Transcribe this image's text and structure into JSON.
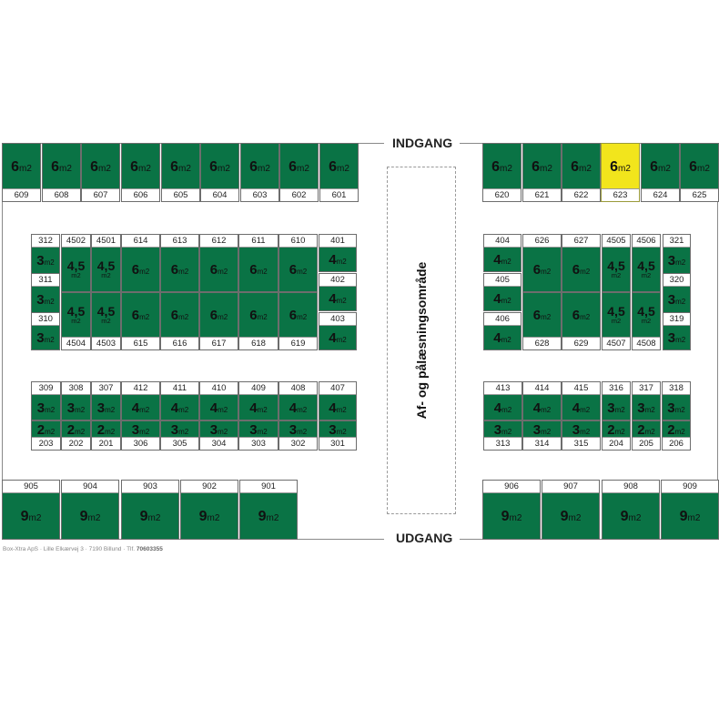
{
  "labels": {
    "entrance": "INDGANG",
    "exit": "UDGANG",
    "loading_area": "Af- og pålæsningsområde",
    "footer_text": "Box-Xtra ApS · Lille Elkærvej 3 · 7190 Billund · Tlf. ",
    "footer_phone": "70603355"
  },
  "colors": {
    "unit_green": "#0a7345",
    "highlight_yellow": "#f2e51c",
    "label_bg": "#ffffff",
    "frame_line": "#8a8a8a"
  },
  "unit_suffix": "m2",
  "units": {
    "top_left": [
      {
        "id": "609",
        "size": "6"
      },
      {
        "id": "608",
        "size": "6"
      },
      {
        "id": "607",
        "size": "6"
      },
      {
        "id": "606",
        "size": "6"
      },
      {
        "id": "605",
        "size": "6"
      },
      {
        "id": "604",
        "size": "6"
      },
      {
        "id": "603",
        "size": "6"
      },
      {
        "id": "602",
        "size": "6"
      },
      {
        "id": "601",
        "size": "6"
      }
    ],
    "top_right": [
      {
        "id": "620",
        "size": "6"
      },
      {
        "id": "621",
        "size": "6"
      },
      {
        "id": "622",
        "size": "6"
      },
      {
        "id": "623",
        "size": "6",
        "highlighted": true
      },
      {
        "id": "624",
        "size": "6"
      },
      {
        "id": "625",
        "size": "6"
      }
    ],
    "mid_left": [
      {
        "id": "312",
        "size": "3"
      },
      {
        "id": "311",
        "size": "3"
      },
      {
        "id": "310",
        "size": "3"
      },
      {
        "id": "4502",
        "size": "4,5"
      },
      {
        "id": "4501",
        "size": "4,5"
      },
      {
        "id": "4504",
        "size": "4,5"
      },
      {
        "id": "4503",
        "size": "4,5"
      },
      {
        "id": "614",
        "size": "6"
      },
      {
        "id": "613",
        "size": "6"
      },
      {
        "id": "612",
        "size": "6"
      },
      {
        "id": "611",
        "size": "6"
      },
      {
        "id": "610",
        "size": "6"
      },
      {
        "id": "615",
        "size": "6"
      },
      {
        "id": "616",
        "size": "6"
      },
      {
        "id": "617",
        "size": "6"
      },
      {
        "id": "618",
        "size": "6"
      },
      {
        "id": "619",
        "size": "6"
      },
      {
        "id": "401",
        "size": "4"
      },
      {
        "id": "402",
        "size": "4"
      },
      {
        "id": "403",
        "size": "4"
      }
    ],
    "mid_right": [
      {
        "id": "404",
        "size": "4"
      },
      {
        "id": "405",
        "size": "4"
      },
      {
        "id": "406",
        "size": "4"
      },
      {
        "id": "626",
        "size": "6"
      },
      {
        "id": "627",
        "size": "6"
      },
      {
        "id": "628",
        "size": "6"
      },
      {
        "id": "629",
        "size": "6"
      },
      {
        "id": "4505",
        "size": "4,5"
      },
      {
        "id": "4506",
        "size": "4,5"
      },
      {
        "id": "4507",
        "size": "4,5"
      },
      {
        "id": "4508",
        "size": "4,5"
      },
      {
        "id": "321",
        "size": "3"
      },
      {
        "id": "320",
        "size": "3"
      },
      {
        "id": "319",
        "size": "3"
      }
    ],
    "low_left_upper": [
      {
        "id": "309",
        "size": "3"
      },
      {
        "id": "308",
        "size": "3"
      },
      {
        "id": "307",
        "size": "3"
      },
      {
        "id": "412",
        "size": "4"
      },
      {
        "id": "411",
        "size": "4"
      },
      {
        "id": "410",
        "size": "4"
      },
      {
        "id": "409",
        "size": "4"
      },
      {
        "id": "408",
        "size": "4"
      },
      {
        "id": "407",
        "size": "4"
      }
    ],
    "low_left_lower": [
      {
        "id": "203",
        "size": "2"
      },
      {
        "id": "202",
        "size": "2"
      },
      {
        "id": "201",
        "size": "2"
      },
      {
        "id": "306",
        "size": "3"
      },
      {
        "id": "305",
        "size": "3"
      },
      {
        "id": "304",
        "size": "3"
      },
      {
        "id": "303",
        "size": "3"
      },
      {
        "id": "302",
        "size": "3"
      },
      {
        "id": "301",
        "size": "3"
      }
    ],
    "low_right_upper": [
      {
        "id": "413",
        "size": "4"
      },
      {
        "id": "414",
        "size": "4"
      },
      {
        "id": "415",
        "size": "4"
      },
      {
        "id": "316",
        "size": "3"
      },
      {
        "id": "317",
        "size": "3"
      },
      {
        "id": "318",
        "size": "3"
      }
    ],
    "low_right_lower": [
      {
        "id": "313",
        "size": "3"
      },
      {
        "id": "314",
        "size": "3"
      },
      {
        "id": "315",
        "size": "3"
      },
      {
        "id": "204",
        "size": "2"
      },
      {
        "id": "205",
        "size": "2"
      },
      {
        "id": "206",
        "size": "2"
      }
    ],
    "bottom_left": [
      {
        "id": "905",
        "size": "9"
      },
      {
        "id": "904",
        "size": "9"
      },
      {
        "id": "903",
        "size": "9"
      },
      {
        "id": "902",
        "size": "9"
      },
      {
        "id": "901",
        "size": "9"
      }
    ],
    "bottom_right": [
      {
        "id": "906",
        "size": "9"
      },
      {
        "id": "907",
        "size": "9"
      },
      {
        "id": "908",
        "size": "9"
      },
      {
        "id": "909",
        "size": "9"
      }
    ]
  }
}
